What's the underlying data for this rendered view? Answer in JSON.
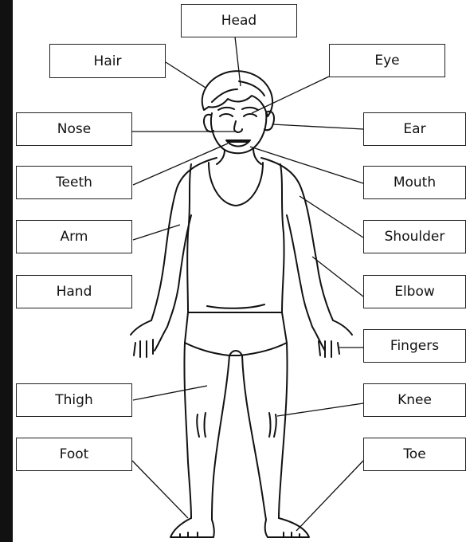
{
  "labels": {
    "head": "Head",
    "hair": "Hair",
    "eye": "Eye",
    "nose": "Nose",
    "ear": "Ear",
    "teeth": "Teeth",
    "mouth": "Mouth",
    "arm": "Arm",
    "shoulder": "Shoulder",
    "hand": "Hand",
    "elbow": "Elbow",
    "fingers": "Fingers",
    "thigh": "Thigh",
    "knee": "Knee",
    "foot": "Foot",
    "toe": "Toe"
  },
  "colors": {
    "line": "#111111",
    "box_border": "#222222",
    "edge_bar": "#111111",
    "background": "#ffffff"
  }
}
